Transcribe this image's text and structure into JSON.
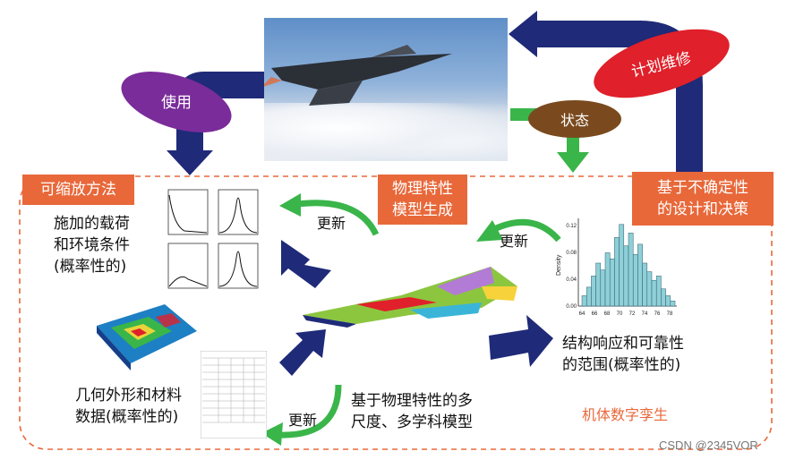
{
  "labels": {
    "use": "使用",
    "maintenance": "计划维修",
    "state": "状态",
    "scalable": "可缩放方法",
    "physics_model": "物理特性\n模型生成",
    "uncertainty": "基于不确定性\n的设计和决策",
    "update_top": "更新",
    "update_right": "更新",
    "update_bottom": "更新",
    "loads": "施加的载荷\n和环境条件\n(概率性的)",
    "geometry": "几何外形和材料\n数据(概率性的)",
    "multiscale": "基于物理特性的多\n尺度、多学科模型",
    "response": "结构响应和可靠性\n的范围(概率性的)",
    "twin": "机体数字孪生",
    "watermark": "CSDN @2345VOR"
  },
  "histogram": {
    "ylabel": "Density",
    "x_ticks": [
      "64",
      "66",
      "68",
      "70",
      "72",
      "74",
      "76",
      "78"
    ],
    "y_ticks": [
      "0.00",
      "0.04",
      "0.08",
      "0.12"
    ]
  },
  "colors": {
    "navy": "#1f2a78",
    "orange": "#e8683a",
    "purple": "#7a2c9a",
    "red": "#e0202a",
    "brown": "#7a4a1e",
    "green": "#3ab54a"
  }
}
